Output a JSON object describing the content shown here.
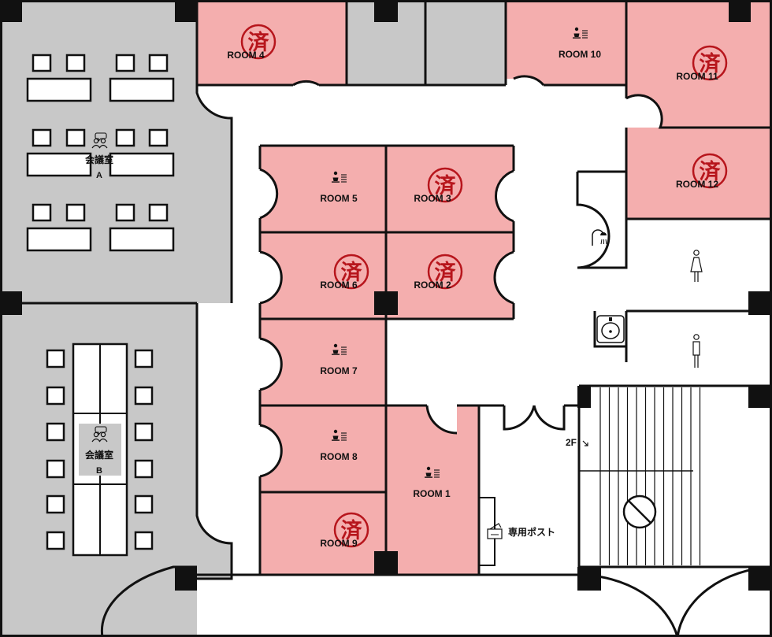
{
  "colors": {
    "office": "#f4aeae",
    "common": "#c8c8c8",
    "stamp": "#b7151c",
    "line": "#111111",
    "floor": "#ffffff"
  },
  "rooms": [
    {
      "id": "room-1",
      "label": "ROOM 1",
      "occupied": false
    },
    {
      "id": "room-2",
      "label": "ROOM 2",
      "occupied": true
    },
    {
      "id": "room-3",
      "label": "ROOM 3",
      "occupied": true
    },
    {
      "id": "room-4",
      "label": "ROOM 4",
      "occupied": true
    },
    {
      "id": "room-5",
      "label": "ROOM 5",
      "occupied": false
    },
    {
      "id": "room-6",
      "label": "ROOM 6",
      "occupied": true
    },
    {
      "id": "room-7",
      "label": "ROOM 7",
      "occupied": false
    },
    {
      "id": "room-8",
      "label": "ROOM 8",
      "occupied": false
    },
    {
      "id": "room-9",
      "label": "ROOM 9",
      "occupied": true
    },
    {
      "id": "room-10",
      "label": "ROOM 10",
      "occupied": false
    },
    {
      "id": "room-11",
      "label": "ROOM 11",
      "occupied": true
    },
    {
      "id": "room-12",
      "label": "ROOM 12",
      "occupied": true
    }
  ],
  "stamp_glyph": "済",
  "meeting_rooms": {
    "a": {
      "name": "会議室",
      "letter": "A"
    },
    "b": {
      "name": "会議室",
      "letter": "B"
    }
  },
  "mailbox_label": "専用ポスト",
  "stairs_label": "2F",
  "icons": [
    "desk-person-icon",
    "meeting-people-icon",
    "stamp-icon",
    "shower-icon",
    "washbasin-icon",
    "female-restroom-icon",
    "male-restroom-icon",
    "mailbox-icon",
    "no-entry-icon",
    "arrow-down-right-icon"
  ]
}
